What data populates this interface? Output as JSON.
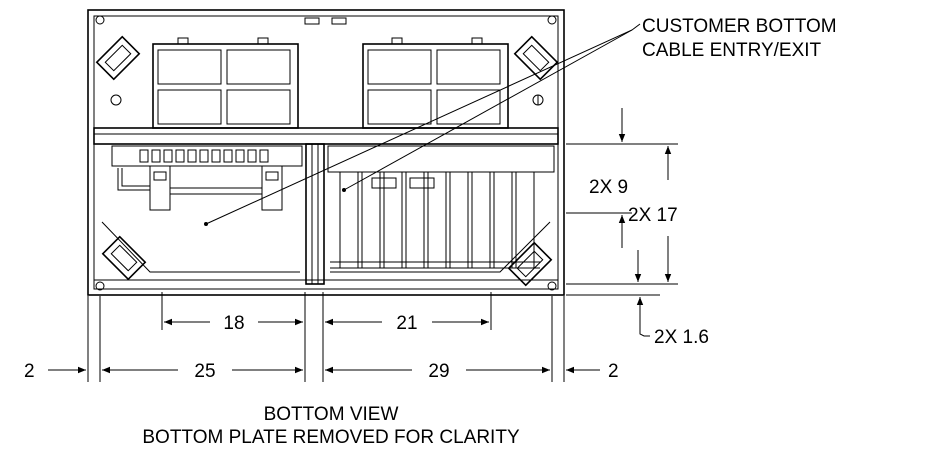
{
  "callout": {
    "line1": "CUSTOMER BOTTOM",
    "line2": "CABLE ENTRY/EXIT"
  },
  "dimensions": {
    "d18": "18",
    "d21": "21",
    "d25": "25",
    "d29": "29",
    "d2_left": "2",
    "d2_right": "2",
    "d2x9": "2X 9",
    "d2x17": "2X 17",
    "d2x1_6": "2X 1.6"
  },
  "caption": {
    "line1": "BOTTOM VIEW",
    "line2": "BOTTOM PLATE REMOVED FOR CLARITY"
  }
}
